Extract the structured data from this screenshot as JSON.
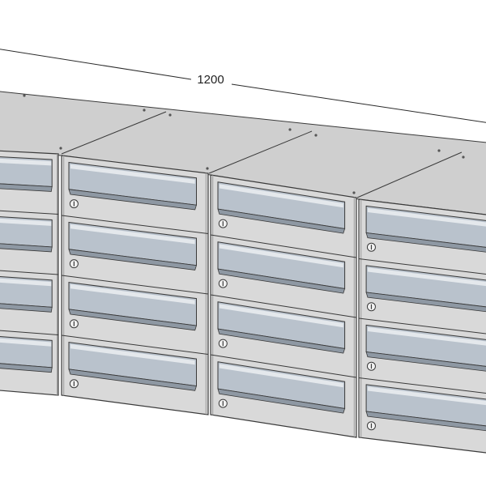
{
  "diagram": {
    "dimension_label": "1200",
    "colors": {
      "body": "#d9d9d9",
      "top": "#cfcfcf",
      "top_edge": "#bdbdbd",
      "flap": "#b9c2cc",
      "flap_dark": "#8e98a3",
      "flap_light": "#e4e8ec",
      "line": "#3a3a3a",
      "dim_line": "#2a2a2a"
    },
    "units": {
      "columns": 4,
      "rows": 4
    }
  }
}
